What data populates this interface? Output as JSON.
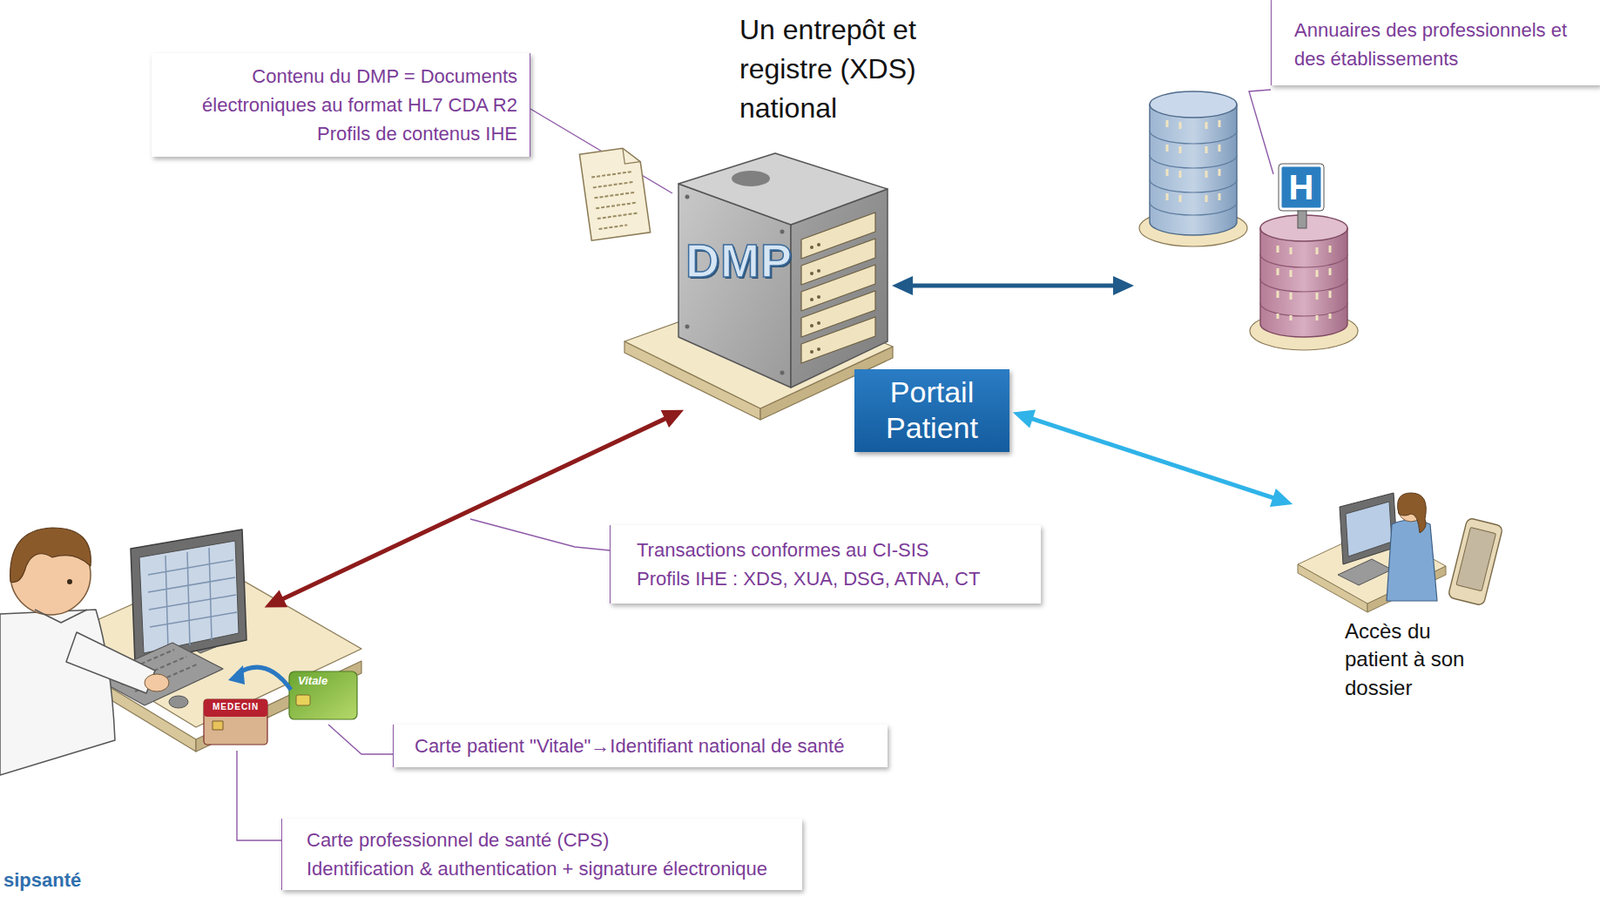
{
  "diagram": {
    "nodes": [
      {
        "text": [
          "Contenu du DMP = Documents électroniques au format HL7 CDA R2",
          "Profils de contenus IHE"
        ]
      },
      {
        "text": [
          "Un entrepôt et registre (XDS) national",
          "DMP"
        ]
      },
      {
        "text": [
          "Annuaires des professionnels et des établissements"
        ]
      },
      {
        "text": [
          "H"
        ]
      },
      {
        "text": [
          "Portail Patient"
        ]
      },
      {
        "text": [
          "Transactions conformes au CI-SIS",
          "Profils IHE : XDS, XUA, DSG, ATNA, CT"
        ]
      },
      {
        "text": [
          "MEDECIN",
          "Vitale"
        ]
      },
      {
        "text": [
          "Accès du patient à son dossier"
        ]
      },
      {
        "text": [
          "Carte patient \"Vitale\"→Identifiant national de santé"
        ]
      },
      {
        "text": [
          "Carte professionnel de santé (CPS)",
          "Identification & authentication + signature électronique"
        ]
      }
    ],
    "edges": [
      {
        "from": 1,
        "to": 3,
        "arrow": "both"
      },
      {
        "from": 1,
        "to": 6,
        "arrow": "both"
      },
      {
        "from": 4,
        "to": 7,
        "arrow": "both"
      }
    ],
    "labels": [
      "sipsanté"
    ]
  }
}
